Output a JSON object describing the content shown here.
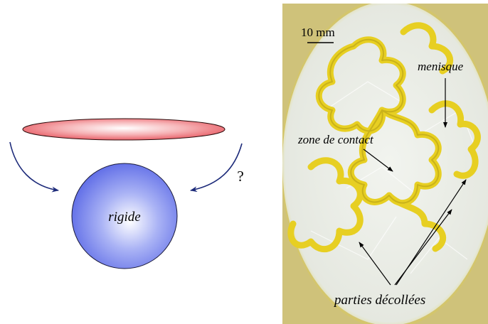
{
  "left_diagram": {
    "sphere_label": "rigide",
    "question_mark": "?",
    "colors": {
      "disk_fill": "#f07e85",
      "disk_edge": "#2a0a0a",
      "sphere_fill": "#6d7bea",
      "sphere_edge": "#1a1a3a",
      "arrow": "#1d2b7a"
    }
  },
  "photo": {
    "scale_bar_label": "10 mm",
    "annotations": {
      "menisque": "menisque",
      "zone_contact": "zone de contact",
      "parties_decollees": "parties décollées"
    },
    "colors": {
      "background": "#e7ebe5",
      "rim": "#d8c418",
      "pattern": "#e8d22a"
    }
  }
}
